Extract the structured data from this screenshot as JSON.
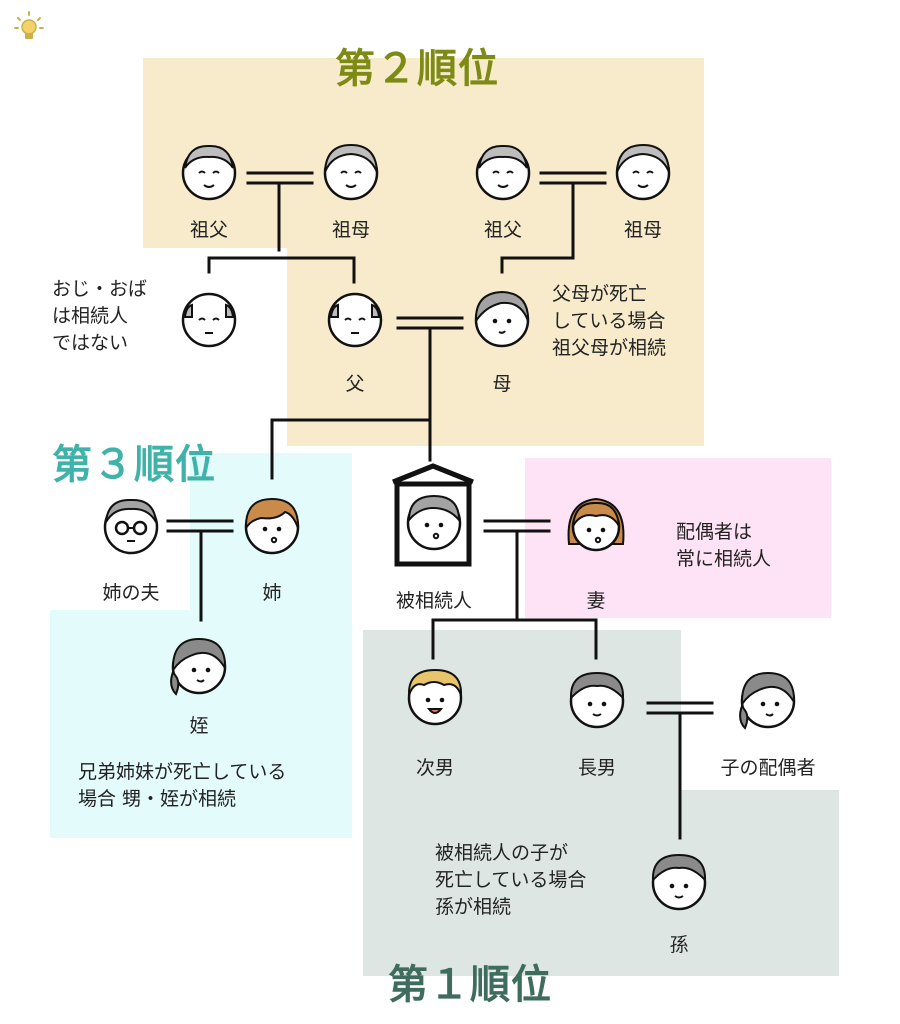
{
  "colors": {
    "rank2_bg": "#f7ebcb",
    "rank3_bg": "#e3fbfb",
    "spouse_bg": "#fde3f5",
    "rank1_bg": "#dee6e3",
    "rank2_text": "#7d8a14",
    "rank3_text": "#3fb3a9",
    "rank1_text": "#3f6d5d",
    "line": "#111111"
  },
  "header": {
    "logo_icon": "lightbulb-icon"
  },
  "ranks": {
    "rank2": "第２順位",
    "rank3": "第３順位",
    "rank1": "第１順位"
  },
  "people": {
    "grandfather_left": "祖父",
    "grandmother_left": "祖母",
    "grandfather_right": "祖父",
    "grandmother_right": "祖母",
    "uncle": "",
    "father": "父",
    "mother": "母",
    "sister_husband": "姉の夫",
    "sister": "姉",
    "niece": "姪",
    "deceased": "被相続人",
    "wife": "妻",
    "second_son": "次男",
    "eldest_son": "長男",
    "child_spouse": "子の配偶者",
    "grandchild": "孫"
  },
  "notes": {
    "uncle_note": "おじ・おば\nは相続人\nではない",
    "grandparents_note": "父母が死亡\nしている場合\n祖父母が相続",
    "siblings_note": "兄弟姉妹が死亡している\n場合 甥・姪が相続",
    "spouse_note": "配偶者は\n常に相続人",
    "grandchild_note": "被相続人の子が\n死亡している場合\n孫が相続"
  }
}
